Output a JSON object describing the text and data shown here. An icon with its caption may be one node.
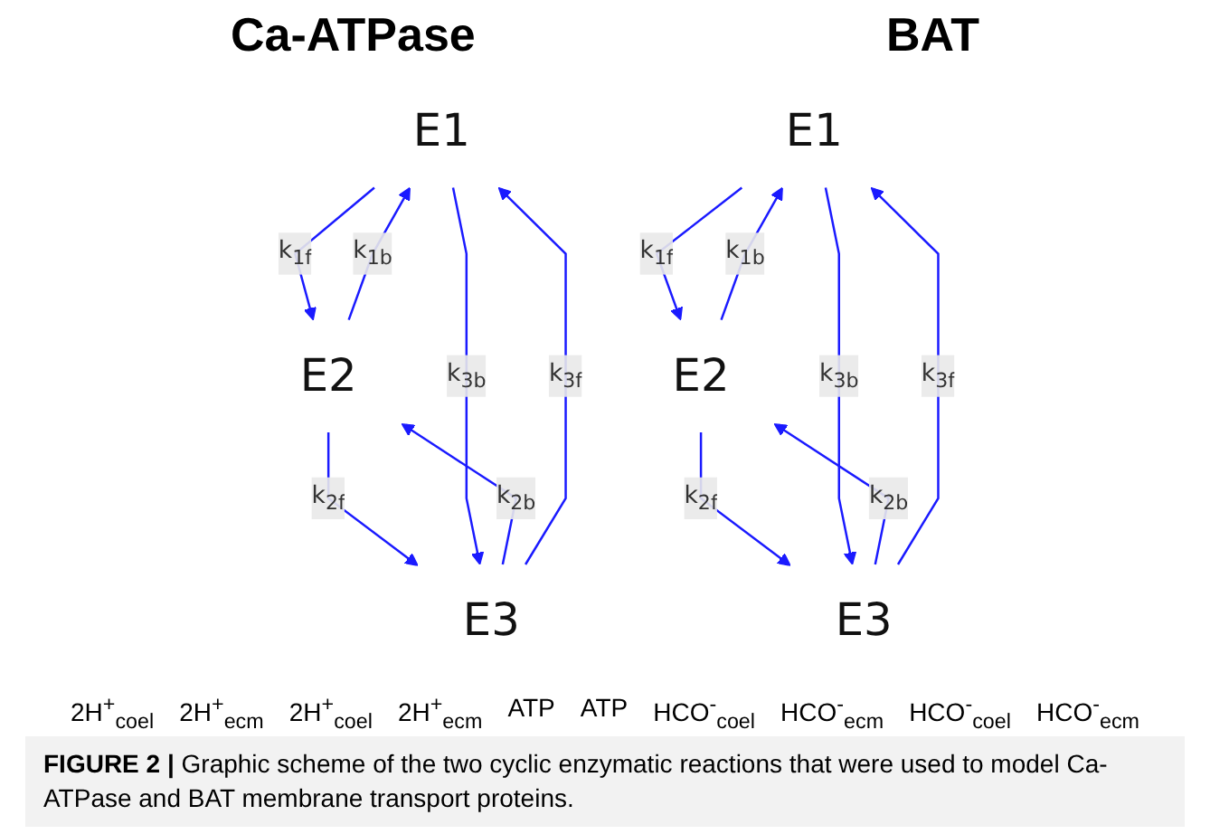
{
  "diagram": {
    "caption": "**FIGURE 2 |** Graphic scheme of the two cyclic enzymatic reactions that were used to model Ca-ATPase and BAT membrane transport proteins.",
    "nodes": [
      {
        "text": [
          "E1"
        ]
      },
      {
        "text": [
          "E3"
        ]
      },
      {
        "text": [
          "E2"
        ]
      },
      {
        "text": [
          "E1"
        ]
      },
      {
        "text": [
          "E3"
        ]
      },
      {
        "text": [
          "E2"
        ]
      }
    ],
    "edges": [
      {
        "from": 0,
        "to": 2,
        "arrow": "to",
        "label": "k$_{1f}$"
      },
      {
        "from": 2,
        "to": 0,
        "arrow": "to",
        "label": "k$_{1b}$"
      },
      {
        "from": 1,
        "to": 2,
        "arrow": "to",
        "label": "k$_{2b}$"
      },
      {
        "from": 2,
        "to": 1,
        "arrow": "to",
        "label": "k$_{2f}$"
      },
      {
        "from": 1,
        "to": 0,
        "arrow": "to",
        "label": "k$_{3f}$"
      },
      {
        "from": 0,
        "to": 1,
        "arrow": "to",
        "label": "k$_{3b}$"
      },
      {
        "from": 3,
        "to": 5,
        "arrow": "to",
        "label": "k$_{1f}$"
      },
      {
        "from": 5,
        "to": 3,
        "arrow": "to",
        "label": "k$_{1b}$"
      },
      {
        "from": 4,
        "to": 5,
        "arrow": "to",
        "label": "k$_{2b}$"
      },
      {
        "from": 5,
        "to": 4,
        "arrow": "to",
        "label": "k$_{2f}$"
      },
      {
        "from": 4,
        "to": 3,
        "arrow": "to",
        "label": "k$_{3f}$"
      },
      {
        "from": 3,
        "to": 4,
        "arrow": "to",
        "label": "k$_{3b}$"
      }
    ],
    "labels": [
      "Ca-ATPase",
      "BAT",
      "2H$^{+}$$_{coel}$",
      "2H$^{+}$$_{ecm}$",
      "2H$^{+}$$_{coel}$",
      "2H$^{+}$$_{ecm}$",
      "ATP",
      "ATP",
      "HCO$^{-}$$_{coel}$",
      "HCO$^{-}$$_{ecm}$",
      "HCO$^{-}$$_{coel}$",
      "HCO$^{-}$$_{ecm}$"
    ]
  }
}
